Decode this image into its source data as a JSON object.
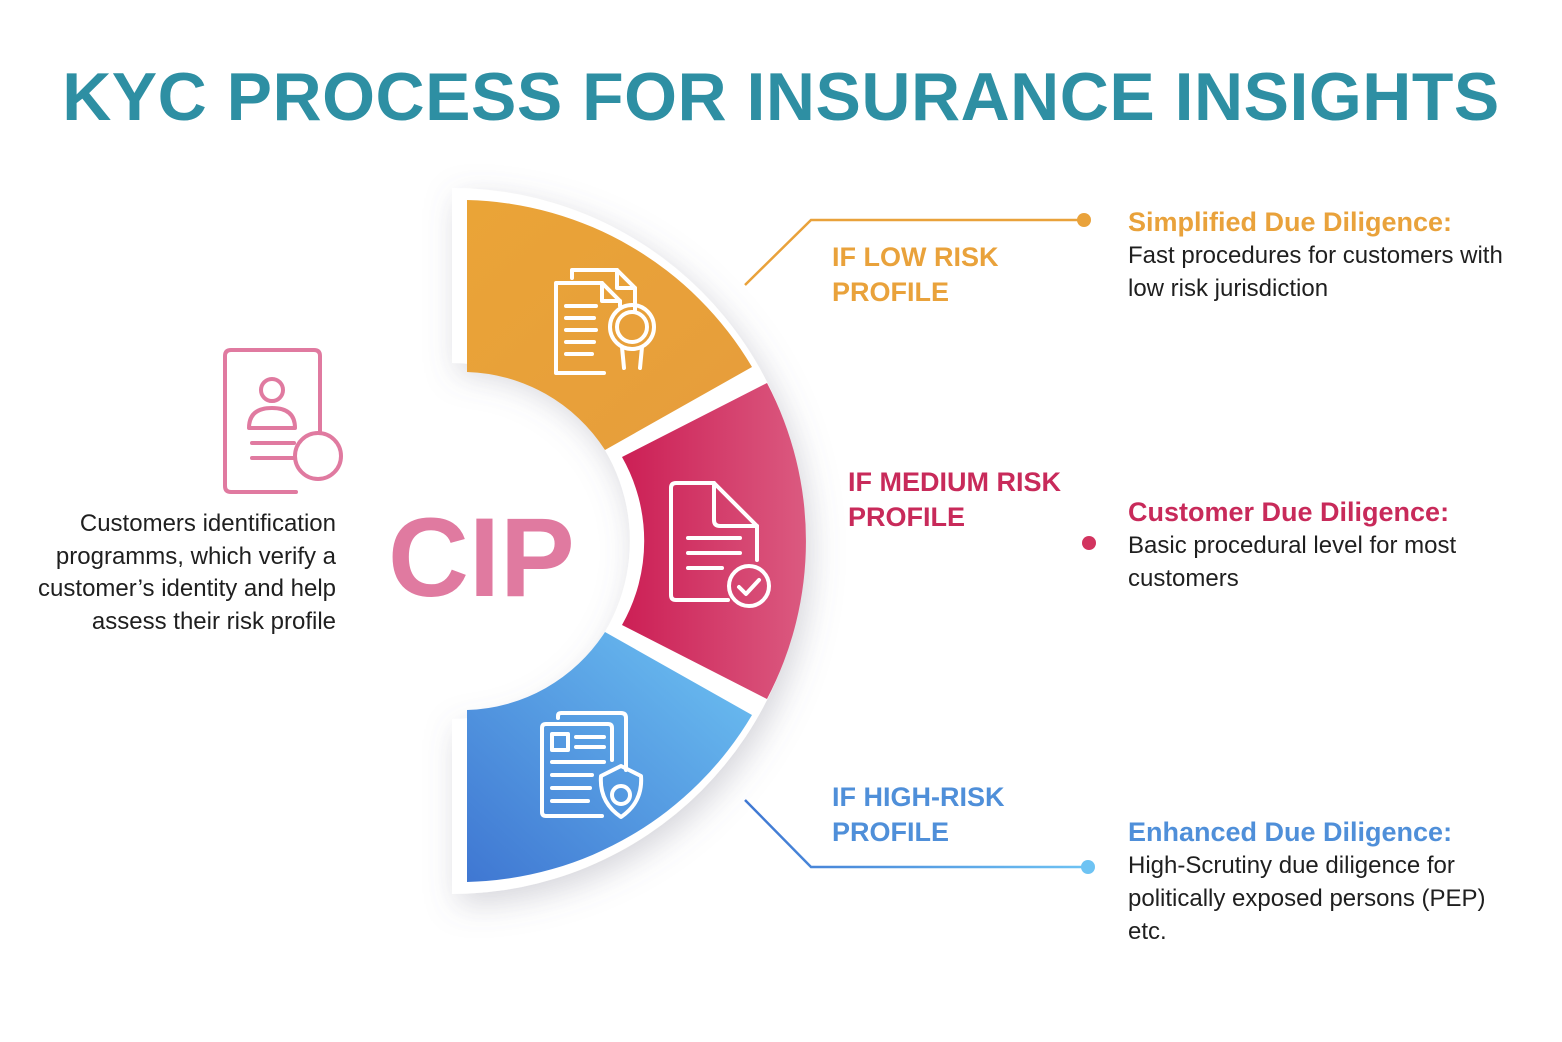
{
  "title": "KYC PROCESS FOR INSURANCE INSIGHTS",
  "cip": {
    "label": "CIP",
    "description": "Customers identification programms, which verify a customer’s identity and help assess their risk profile"
  },
  "branches": [
    {
      "condition": "IF LOW RISK PROFILE",
      "heading": "Simplified Due Diligence:",
      "description": "Fast procedures for customers with low risk jurisdiction",
      "color": "#e9a23b"
    },
    {
      "condition": "IF MEDIUM RISK PROFILE",
      "heading": "Customer Due Diligence:",
      "description": "Basic procedural level for most customers",
      "color": "#c82a5a"
    },
    {
      "condition": "IF HIGH-RISK PROFILE",
      "heading": "Enhanced Due Diligence:",
      "description": "High-Scrutiny due diligence for politically exposed persons (PEP) etc.",
      "color": "#4f8fd9"
    }
  ],
  "icons": {
    "cip": "id-card-search-icon",
    "low": "documents-search-icon",
    "medium": "document-check-icon",
    "high": "document-shield-icon"
  }
}
